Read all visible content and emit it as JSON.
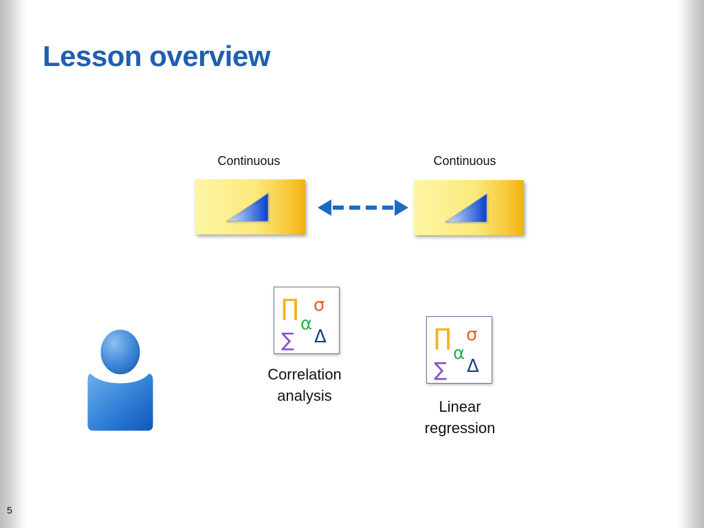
{
  "slide": {
    "title": "Lesson overview",
    "page_number": "5"
  },
  "variables": {
    "left_label": "Continuous",
    "right_label": "Continuous",
    "relationship_arrow_icon": "double-headed-dashed-arrow",
    "variable_icon": "continuous-ramp-icon"
  },
  "methods": [
    {
      "line1": "Correlation",
      "line2": "analysis",
      "icon": "statistics-symbols-icon"
    },
    {
      "line1": "Linear",
      "line2": "regression",
      "icon": "statistics-symbols-icon"
    }
  ],
  "user_icon": "person-icon",
  "colors": {
    "title": "#1f5fad",
    "box_yellow": "#fbe97e",
    "box_orange": "#f2b10e",
    "ramp_blue": "#0a3fcf",
    "arrow_blue": "#1d6bc0",
    "person_blue": "#2f7fd6",
    "symbol_pi": "#f4b324",
    "symbol_sigma": "#e8602c",
    "symbol_alpha": "#2bb24c",
    "symbol_sum": "#8a4fc6",
    "symbol_delta": "#1a3f87"
  }
}
